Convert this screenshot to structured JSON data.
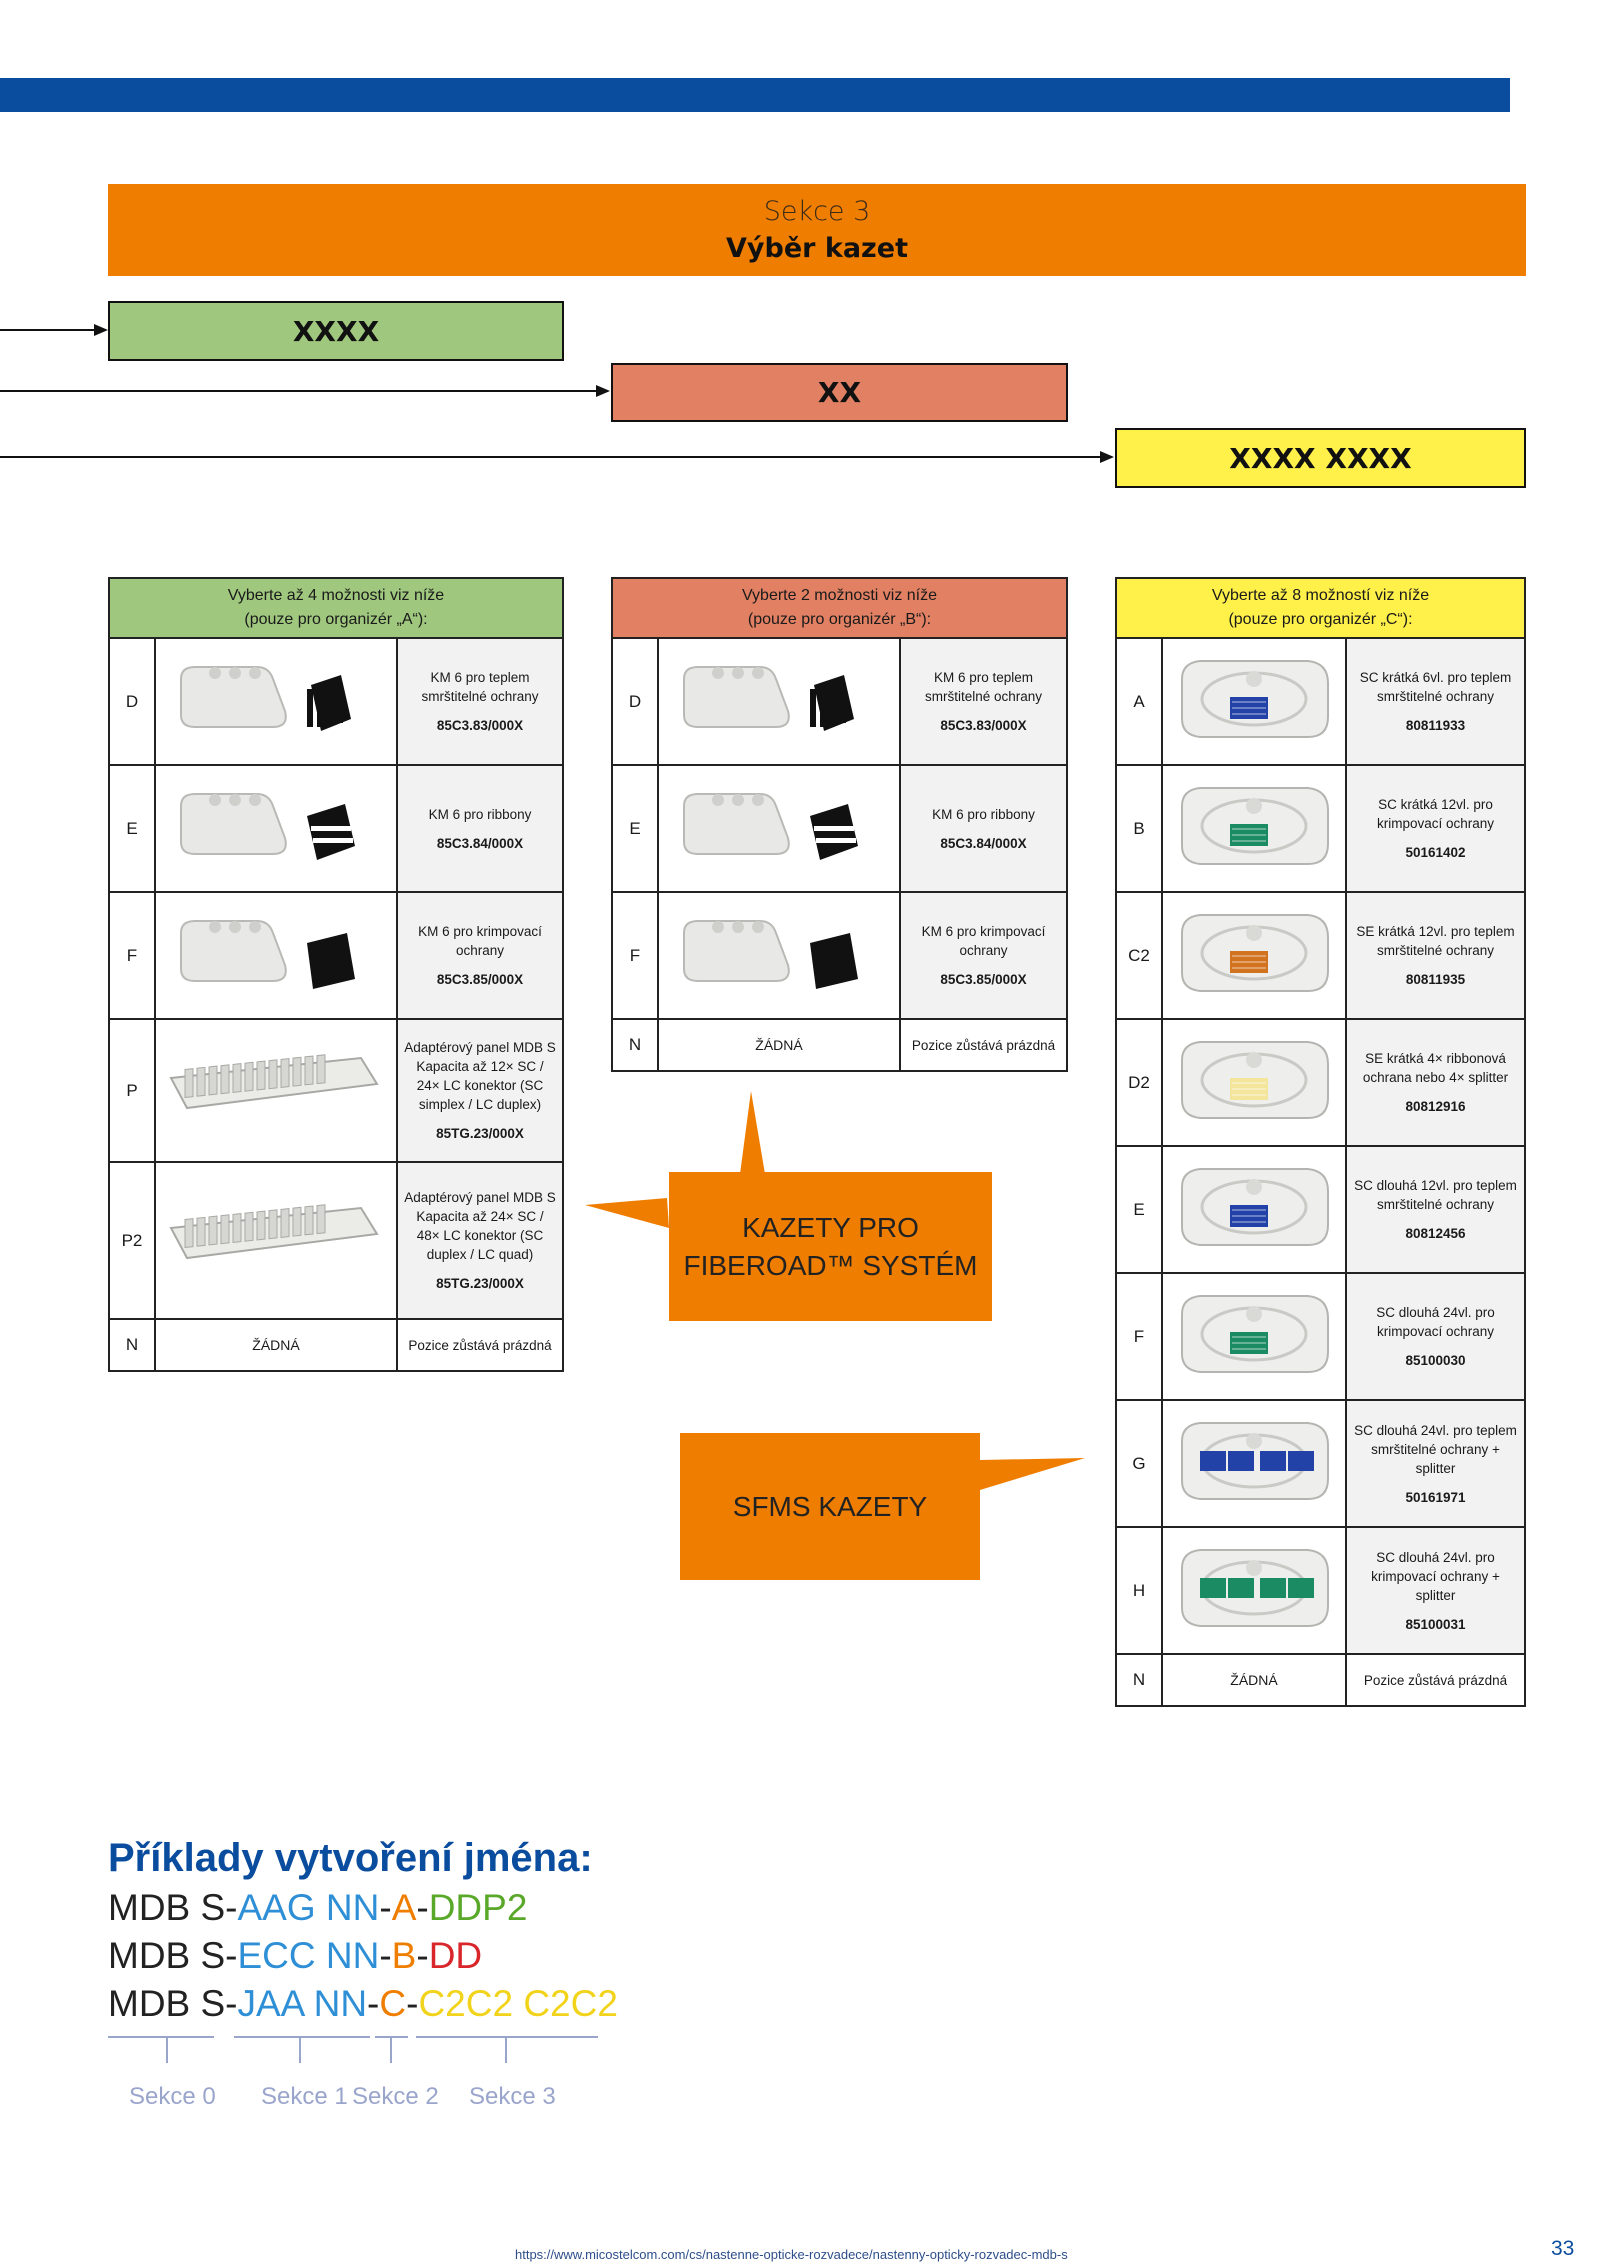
{
  "section": {
    "subtitle": "Sekce 3",
    "title": "Výběr kazet"
  },
  "codes": {
    "a": "XXXX",
    "b": "XX",
    "c": "XXXX XXXX"
  },
  "colors": {
    "green": "#9fc87e",
    "salmon": "#e18063",
    "yellow": "#fff04a",
    "orange": "#ef7d00",
    "blue": "#0a4d9e"
  },
  "tables": {
    "a": {
      "header1": "Vyberte až 4 možnosti viz níže",
      "header2": "(pouze pro organizér „A“):",
      "rows": [
        {
          "code": "D",
          "desc": "KM 6 pro teplem smrštitelné ochrany",
          "pn": "85C3.83/000X",
          "icon": "cassette-with-black-holder-icon"
        },
        {
          "code": "E",
          "desc": "KM 6 pro ribbony",
          "pn": "85C3.84/000X",
          "icon": "cassette-with-ribbon-holder-icon"
        },
        {
          "code": "F",
          "desc": "KM 6 pro krimpovací ochrany",
          "pn": "85C3.85/000X",
          "icon": "cassette-with-crimp-holder-icon"
        },
        {
          "code": "P",
          "desc": "Adaptérový panel MDB S Kapacita až 12× SC / 24× LC konektor (SC simplex / LC duplex)",
          "pn": "85TG.23/000X",
          "icon": "adapter-panel-icon"
        },
        {
          "code": "P2",
          "desc": "Adaptérový panel MDB S Kapacita až 24× SC / 48× LC konektor (SC duplex / LC quad)",
          "pn": "85TG.23/000X",
          "icon": "adapter-panel-icon"
        },
        {
          "code": "N",
          "none": "ŽÁDNÁ",
          "desc": "Pozice zůstává prázdná"
        }
      ]
    },
    "b": {
      "header1": "Vyberte 2 možnosti viz níže",
      "header2": "(pouze pro organizér „B“):",
      "rows": [
        {
          "code": "D",
          "desc": "KM 6 pro teplem smrštitelné ochrany",
          "pn": "85C3.83/000X",
          "icon": "cassette-with-black-holder-icon"
        },
        {
          "code": "E",
          "desc": "KM 6 pro ribbony",
          "pn": "85C3.84/000X",
          "icon": "cassette-with-ribbon-holder-icon"
        },
        {
          "code": "F",
          "desc": "KM 6 pro krimpovací ochrany",
          "pn": "85C3.85/000X",
          "icon": "cassette-with-crimp-holder-icon"
        },
        {
          "code": "N",
          "none": "ŽÁDNÁ",
          "desc": "Pozice zůstává prázdná"
        }
      ]
    },
    "c": {
      "header1": "Vyberte až 8 možností viz níže",
      "header2": "(pouze pro organizér „C“):",
      "rows": [
        {
          "code": "A",
          "desc": "SC krátká 6vl. pro teplem smrštitelné ochrany",
          "pn": "80811933",
          "icon": "tray-blue-icon"
        },
        {
          "code": "B",
          "desc": "SC krátká 12vl. pro krimpovací ochrany",
          "pn": "50161402",
          "icon": "tray-green-icon"
        },
        {
          "code": "C2",
          "desc": "SE krátká 12vl. pro teplem smrštitelné ochrany",
          "pn": "80811935",
          "icon": "tray-orange-icon"
        },
        {
          "code": "D2",
          "desc": "SE krátká 4× ribbonová ochrana nebo 4× splitter",
          "pn": "80812916",
          "icon": "tray-yellow-icon"
        },
        {
          "code": "E",
          "desc": "SC dlouhá 12vl. pro teplem smrštitelné ochrany",
          "pn": "80812456",
          "icon": "tray-long-blue-icon"
        },
        {
          "code": "F",
          "desc": "SC dlouhá 24vl. pro krimpovací ochrany",
          "pn": "85100030",
          "icon": "tray-long-green-icon"
        },
        {
          "code": "G",
          "desc": "SC dlouhá 24vl. pro teplem smrštitelné ochrany + splitter",
          "pn": "50161971",
          "icon": "tray-long-blue-double-icon"
        },
        {
          "code": "H",
          "desc": "SC dlouhá 24vl. pro krimpovací ochrany + splitter",
          "pn": "85100031",
          "icon": "tray-long-green-double-icon"
        },
        {
          "code": "N",
          "none": "ŽÁDNÁ",
          "desc": "Pozice zůstává prázdná"
        }
      ]
    }
  },
  "callouts": {
    "fiberoad": [
      "KAZETY PRO",
      "FIBEROAD™ SYSTÉM"
    ],
    "sfms": "SFMS KAZETY"
  },
  "examples": {
    "title": "Příklady vytvoření jména:",
    "lines": [
      [
        {
          "t": "MDB S-",
          "c": ""
        },
        {
          "t": "AAG NN",
          "c": "c-blue"
        },
        {
          "t": "-",
          "c": ""
        },
        {
          "t": "A",
          "c": "c-orange"
        },
        {
          "t": "-",
          "c": ""
        },
        {
          "t": "DDP2",
          "c": "c-green"
        }
      ],
      [
        {
          "t": "MDB S-",
          "c": ""
        },
        {
          "t": "ECC NN",
          "c": "c-blue"
        },
        {
          "t": "-",
          "c": ""
        },
        {
          "t": "B",
          "c": "c-orange"
        },
        {
          "t": "-",
          "c": ""
        },
        {
          "t": "DD",
          "c": "c-red"
        }
      ],
      [
        {
          "t": "MDB S-",
          "c": ""
        },
        {
          "t": "JAA NN",
          "c": "c-blue"
        },
        {
          "t": "-",
          "c": ""
        },
        {
          "t": "C",
          "c": "c-orange"
        },
        {
          "t": "-",
          "c": ""
        },
        {
          "t": "C2C2 C2C2",
          "c": "c-yellow"
        }
      ]
    ],
    "sekce": [
      "Sekce 0",
      "Sekce 1",
      "Sekce 2",
      "Sekce 3"
    ]
  },
  "footer": {
    "url": "https://www.micostelcom.com/cs/nastenne-opticke-rozvadece/nastenny-opticky-rozvadec-mdb-s",
    "page": "33"
  }
}
